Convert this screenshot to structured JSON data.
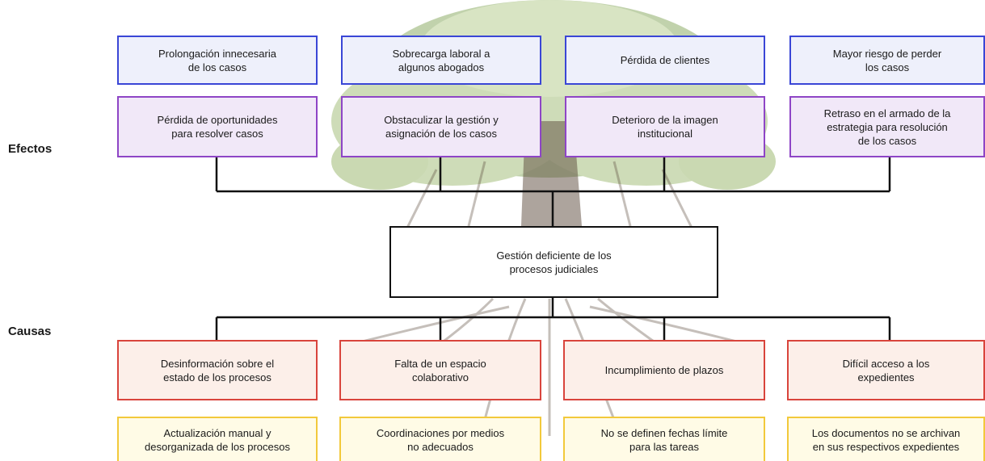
{
  "labels": {
    "effects": "Efectos",
    "causes": "Causas"
  },
  "problem": "Gestión deficiente de los\nprocesos judiciales",
  "effects_top": [
    "Prolongación innecesaria\nde los casos",
    "Sobrecarga laboral a\nalgunos abogados",
    "Pérdida de clientes",
    "Mayor riesgo de perder\nlos casos"
  ],
  "effects_bottom": [
    "Pérdida de oportunidades\npara resolver casos",
    "Obstaculizar la gestión y\nasignación de los casos",
    "Deterioro de la imagen\ninstitucional",
    "Retraso en el armado de la\nestrategia para resolución\nde los casos"
  ],
  "causes_top": [
    "Desinformación sobre el\nestado de los procesos",
    "Falta de un espacio\ncolaborativo",
    "Incumplimiento de plazos",
    "Difícil acceso a los\nexpedientes"
  ],
  "causes_bottom": [
    "Actualización manual y\ndesorganizada de los procesos",
    "Coordinaciones por medios\nno adecuados",
    "No se definen fechas límite\npara las tareas",
    "Los documentos no se archivan\nen sus respectivos expedientes"
  ],
  "colors": {
    "effect_top_border": "#3a46d6",
    "effect_bottom_border": "#8e45c6",
    "cause_top_border": "#d9443c",
    "cause_bottom_border": "#f2c93b",
    "connector": "#111111"
  }
}
